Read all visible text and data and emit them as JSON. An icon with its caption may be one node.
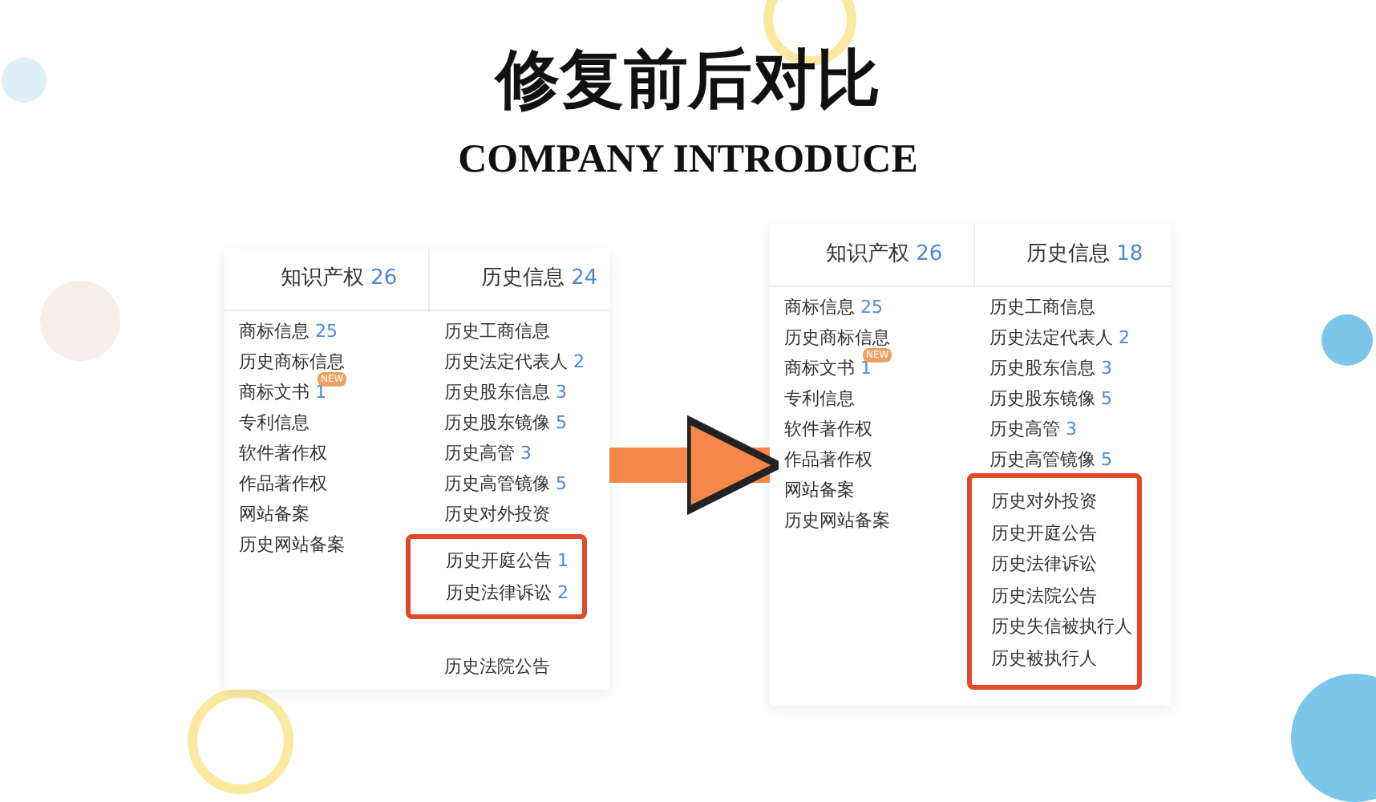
{
  "diagram": {
    "title": "修复前后对比",
    "caption": "COMPANY INTRODUCE",
    "nodes": [
      {
        "text": [
          "知识产权 26",
          "历史信息 24",
          "商标信息 25",
          "历史商标信息",
          "商标文书 1",
          "NEW",
          "专利信息",
          "软件著作权",
          "作品著作权",
          "网站备案",
          "历史网站备案",
          "历史工商信息",
          "历史法定代表人 2",
          "历史股东信息 3",
          "历史股东镜像 5",
          "历史高管 3",
          "历史高管镜像 5",
          "历史对外投资",
          "历史法院公告"
        ]
      },
      {
        "text": [
          "历史开庭公告 1",
          "历史法律诉讼 2"
        ],
        "in": 0
      },
      {
        "text": [
          "知识产权 26",
          "历史信息 18",
          "商标信息 25",
          "历史商标信息",
          "商标文书 1",
          "NEW",
          "专利信息",
          "软件著作权",
          "作品著作权",
          "网站备案",
          "历史网站备案",
          "历史工商信息",
          "历史法定代表人 2",
          "历史股东信息 3",
          "历史股东镜像 5",
          "历史高管 3",
          "历史高管镜像 5"
        ]
      },
      {
        "text": [
          "历史对外投资",
          "历史开庭公告",
          "历史法律诉讼",
          "历史法院公告",
          "历史失信被执行人",
          "历史被执行人"
        ],
        "in": 2
      }
    ],
    "edges": [
      {
        "from": 0,
        "to": 2,
        "arrow": "to"
      }
    ]
  }
}
